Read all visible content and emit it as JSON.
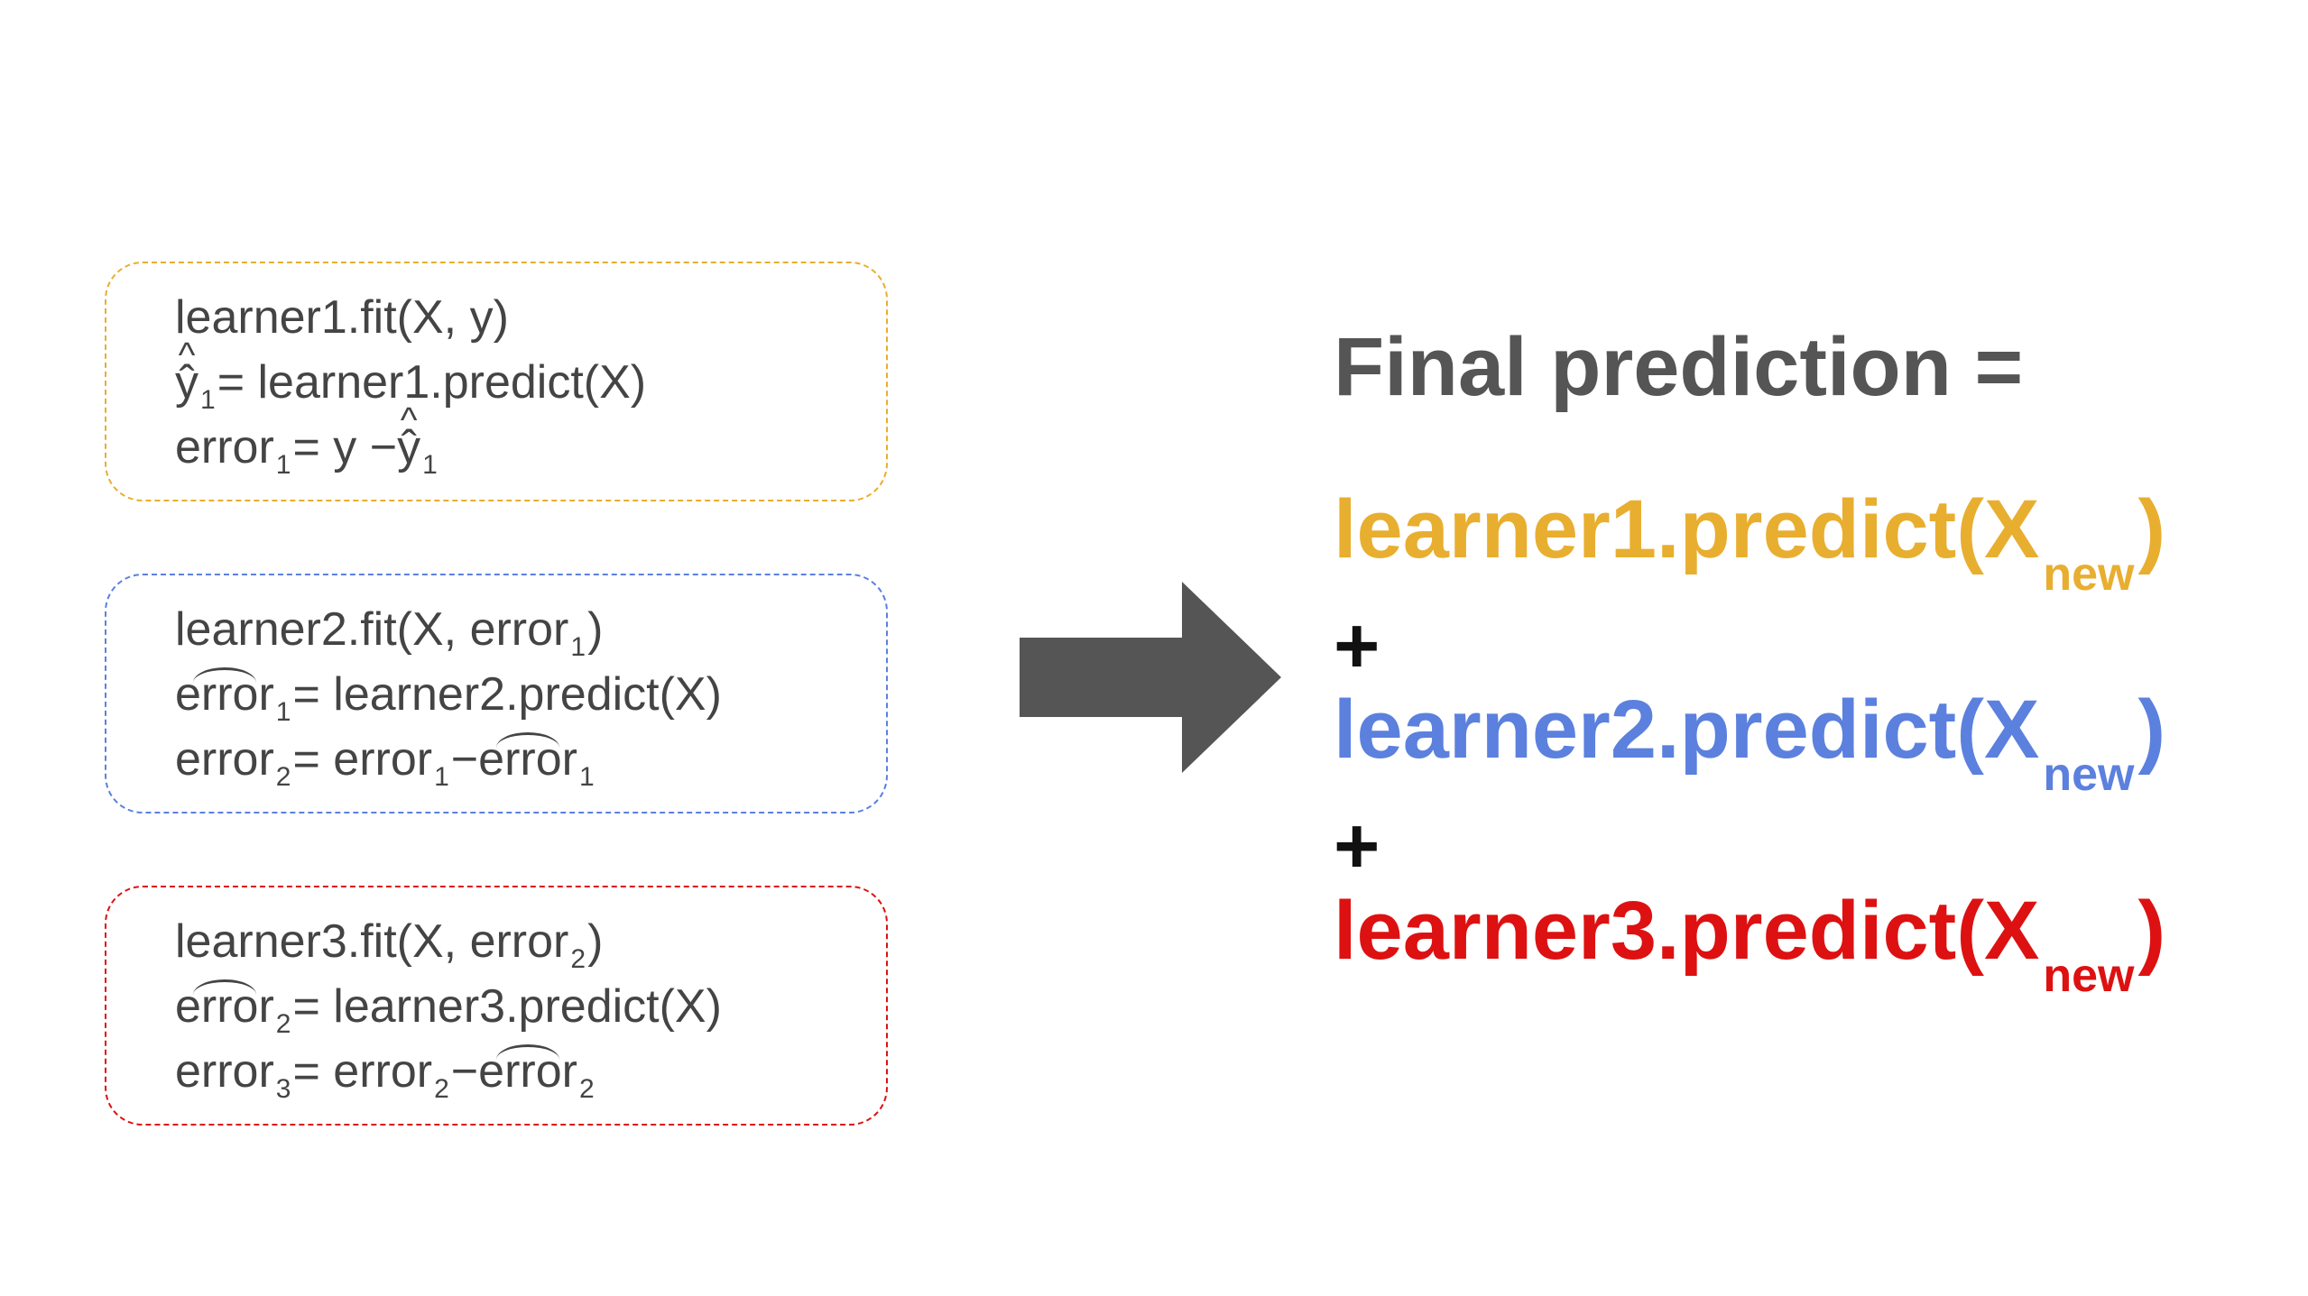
{
  "colors": {
    "box1": "#E8AE2F",
    "box2": "#5B80DE",
    "box3": "#DD1111",
    "text": "#444444",
    "arrow": "#555555",
    "heading": "#555555"
  },
  "boxes": [
    {
      "line1": {
        "pre": "learner1.fit(X, y)"
      },
      "line2": {
        "sym": "ŷ",
        "sub": "1",
        "rest": " = learner1.predict(X)"
      },
      "line3": {
        "a": "error",
        "a_sub": "1",
        "b": " = y − ",
        "c": "ŷ",
        "c_sub": "1"
      }
    },
    {
      "line1": {
        "pre": "learner2.fit(X, error",
        "sub": "1",
        "post": ")"
      },
      "line2": {
        "sym": "error",
        "sub": "1",
        "rest": " = learner2.predict(X)"
      },
      "line3": {
        "a": "error",
        "a_sub": "2",
        "b": " = error",
        "b_sub": "1",
        "op": " − ",
        "c": "error",
        "c_sub": "1"
      }
    },
    {
      "line1": {
        "pre": "learner3.fit(X, error",
        "sub": "2",
        "post": ")"
      },
      "line2": {
        "sym": "error",
        "sub": "2",
        "rest": " = learner3.predict(X)"
      },
      "line3": {
        "a": "error",
        "a_sub": "3",
        "b": " = error",
        "b_sub": "2",
        "op": " − ",
        "c": "error",
        "c_sub": "2"
      }
    }
  ],
  "arrow_icon": "right-arrow-icon",
  "final": {
    "heading": "Final prediction =",
    "plus": "+",
    "terms": [
      {
        "text": "learner1.predict(X",
        "sub": "new",
        "close": ")"
      },
      {
        "text": "learner2.predict(X",
        "sub": "new",
        "close": ")"
      },
      {
        "text": "learner3.predict(X",
        "sub": "new",
        "close": ")"
      }
    ]
  }
}
